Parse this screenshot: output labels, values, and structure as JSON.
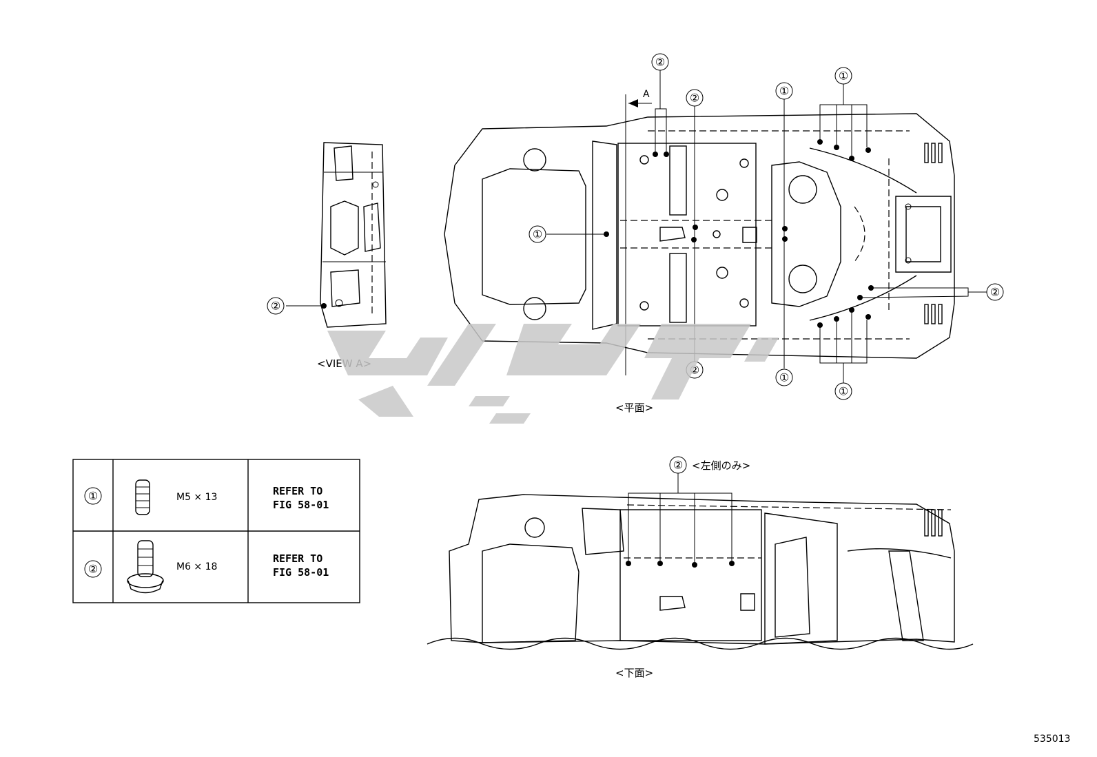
{
  "views": {
    "view_a": "<VIEW A>",
    "plan": "<平面>",
    "bottom": "<下面>",
    "left_only": "<左側のみ>",
    "arrow_letter": "A"
  },
  "callouts": {
    "one": "①",
    "two": "②"
  },
  "parts_table": {
    "rows": [
      {
        "callout": "①",
        "spec": "M5 × 13",
        "ref_line1": "REFER TO",
        "ref_line2": "FIG 58-01"
      },
      {
        "callout": "②",
        "spec": "M6 × 18",
        "ref_line1": "REFER TO",
        "ref_line2": "FIG 58-01"
      }
    ]
  },
  "drawing_number": "535013"
}
